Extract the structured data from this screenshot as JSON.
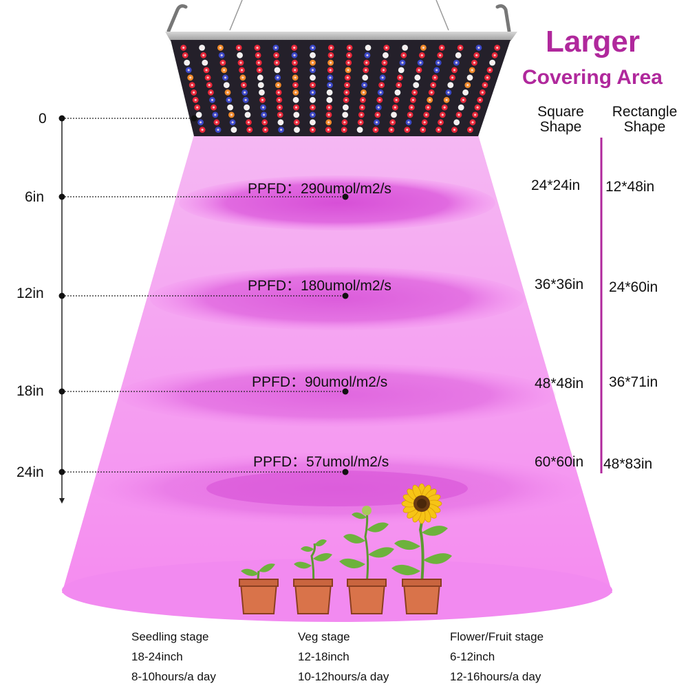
{
  "title": {
    "line1": "Larger",
    "line2": "Covering Area",
    "color": "#b0289c"
  },
  "columns": {
    "square": [
      "Square",
      "Shape"
    ],
    "rectangle": [
      "Rectangle",
      "Shape"
    ]
  },
  "levels": [
    {
      "depth": "0"
    },
    {
      "depth": "6in",
      "ppfd": "PPFD：290umol/m2/s",
      "square": "24*24in",
      "rectangle": "12*48in"
    },
    {
      "depth": "12in",
      "ppfd": "PPFD：180umol/m2/s",
      "square": "36*36in",
      "rectangle": "24*60in"
    },
    {
      "depth": "18in",
      "ppfd": "PPFD：90umol/m2/s",
      "square": "48*48in",
      "rectangle": "36*71in"
    },
    {
      "depth": "24in",
      "ppfd": "PPFD：57umol/m2/s",
      "square": "60*60in",
      "rectangle": "48*83in"
    }
  ],
  "stages": [
    {
      "name": "Seedling stage",
      "distance": "18-24inch",
      "hours": "8-10hours/a day"
    },
    {
      "name": "Veg stage",
      "distance": "12-18inch",
      "hours": "10-12hours/a day"
    },
    {
      "name": "Flower/Fruit stage",
      "distance": "6-12inch",
      "hours": "12-16hours/a day"
    }
  ],
  "colors": {
    "light_beam": "#f7a6f1",
    "light_ring": "#e066e0",
    "divider": "#b0289c",
    "pot": "#d9734a",
    "leaf": "#6db23c",
    "sunflower": "#f6c416"
  },
  "icons": [
    "led-grow-panel",
    "seedling-icon",
    "sprout-icon",
    "young-plant-icon",
    "sunflower-icon"
  ]
}
